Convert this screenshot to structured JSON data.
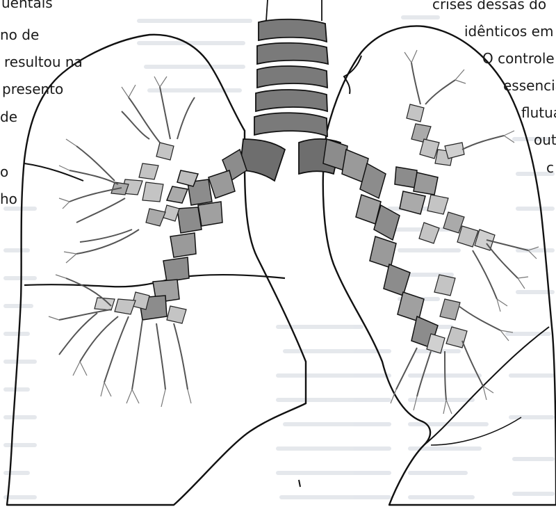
{
  "left_column_text": [
    "uentais",
    "no de",
    "resultou na",
    "presento",
    "de",
    "o",
    "ho"
  ],
  "right_column_text": [
    "crises dessas do",
    "idênticos em",
    "O controle",
    "essencia",
    "flutua",
    "out",
    "c"
  ],
  "colors": {
    "outline": "#111111",
    "trachea_cartilage": "#777777",
    "bronchi_cartilage": "#8a8a8a",
    "bronchiole_fill": "#bdbdbd",
    "bleed_through_text": "#d9dde4"
  }
}
